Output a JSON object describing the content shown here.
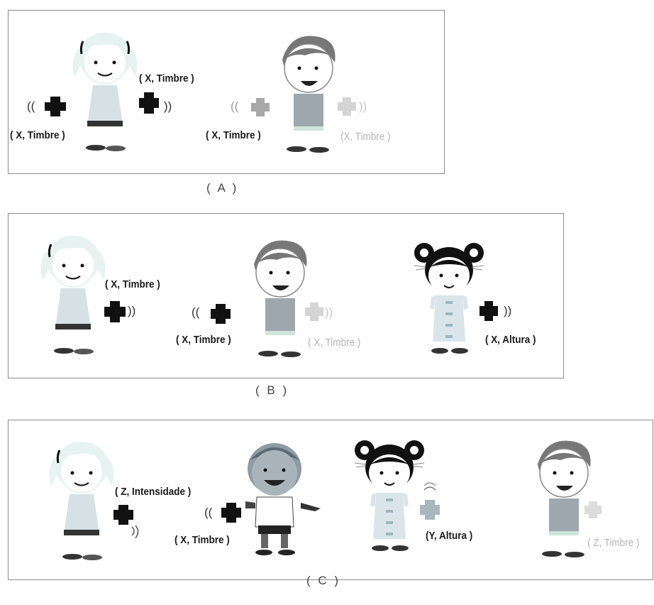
{
  "panels": {
    "a": {
      "caption": "( A )",
      "labels": {
        "girl_upper": "( X, Timbre )",
        "girl_lower": "( X, Timbre )",
        "boy_left": "( X, Timbre )",
        "boy_right": "(X, Timbre )"
      }
    },
    "b": {
      "caption": "( B )",
      "labels": {
        "girl": "( X, Timbre )",
        "boy_left": "( X, Timbre )",
        "boy_right": "( X, Timbre )",
        "bun_girl": "( X, Altura )"
      }
    },
    "c": {
      "caption": "( C )",
      "labels": {
        "girl": "( Z, Intensidade )",
        "dark_boy": "( X, Timbre )",
        "bun_girl": "(Y, Altura )",
        "boy": "( Z, Timbre )"
      }
    }
  },
  "waves": {
    "open": "((",
    "close": "))"
  },
  "colors": {
    "dark_note": "#111111",
    "grey_note": "#a8a8a8",
    "light_note": "#d4d4d4",
    "girl_hair": "#e6f3f1",
    "girl_dress": "#d6e1e6",
    "boy_hair": "#777777",
    "boy_shirt": "#9ea7ae"
  }
}
